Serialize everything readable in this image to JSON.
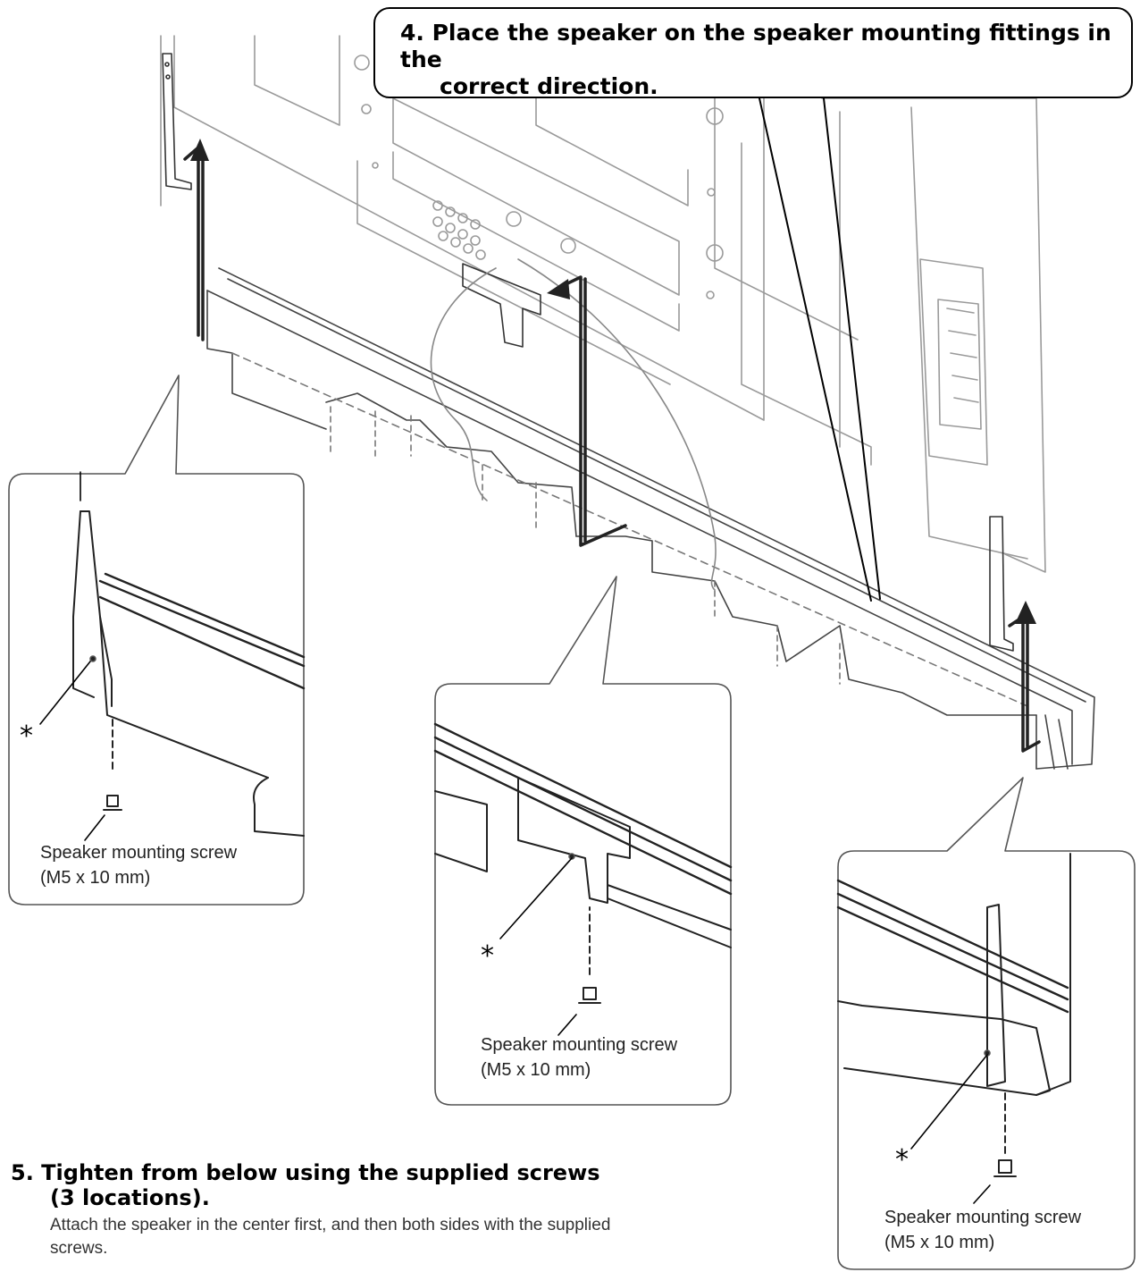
{
  "step4": {
    "line1": "4. Place the speaker on the speaker mounting fittings in the",
    "line2": "correct direction."
  },
  "step5": {
    "title_line1": "5. Tighten from below using the supplied screws",
    "title_line2": "(3 locations).",
    "body": "Attach the speaker in the center first, and then both sides with the supplied screws."
  },
  "callouts": {
    "left": {
      "label": "Speaker mounting screw",
      "spec": "(M5 x 10 mm)",
      "marker": "*"
    },
    "center": {
      "label": "Speaker mounting screw",
      "spec": "(M5 x 10 mm)",
      "marker": "*"
    },
    "right": {
      "label": "Speaker mounting screw",
      "spec": "(M5 x 10 mm)",
      "marker": "*"
    }
  }
}
